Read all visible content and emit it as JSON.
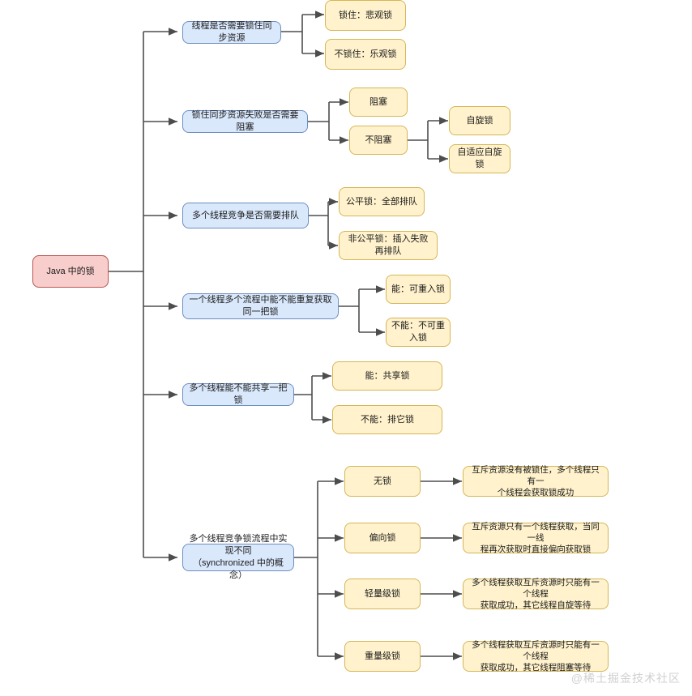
{
  "diagram": {
    "title": "Java 中的锁",
    "watermark": "@稀土掘金技术社区",
    "colors": {
      "root_fill": "#f8cecc",
      "root_stroke": "#b85450",
      "branch_fill": "#dae8fc",
      "branch_stroke": "#6c8ebf",
      "leaf_fill": "#fff2cc",
      "leaf_stroke": "#d6b656",
      "edge": "#4d4d4d",
      "watermark": "#d0d0d0"
    },
    "root": {
      "label": "Java 中的锁"
    },
    "branches": [
      {
        "label": "线程是否需要锁住同步资源",
        "children": [
          {
            "label": "锁住：悲观锁"
          },
          {
            "label": "不锁住：乐观锁"
          }
        ]
      },
      {
        "label": "锁住同步资源失败是否需要阻塞",
        "children": [
          {
            "label": "阻塞"
          },
          {
            "label": "不阻塞",
            "children": [
              {
                "label": "自旋锁"
              },
              {
                "label": "自适应自旋锁"
              }
            ]
          }
        ]
      },
      {
        "label": "多个线程竞争是否需要排队",
        "children": [
          {
            "label": "公平锁：全部排队"
          },
          {
            "label": "非公平锁：插入失败再排队"
          }
        ]
      },
      {
        "label": "一个线程多个流程中能不能重复获取同一把锁",
        "children": [
          {
            "label": "能：可重入锁"
          },
          {
            "label": "不能：不可重入锁"
          }
        ]
      },
      {
        "label": "多个线程能不能共享一把锁",
        "children": [
          {
            "label": "能：共享锁"
          },
          {
            "label": "不能：排它锁"
          }
        ]
      },
      {
        "label": "多个线程竞争锁流程中实现不同\n（synchronized 中的概念）",
        "children": [
          {
            "label": "无锁",
            "description": "互斥资源没有被锁住，多个线程只有一\n个线程会获取锁成功"
          },
          {
            "label": "偏向锁",
            "description": "互斥资源只有一个线程获取，当同一线\n程再次获取时直接偏向获取锁"
          },
          {
            "label": "轻量级锁",
            "description": "多个线程获取互斥资源时只能有一个线程\n获取成功，其它线程自旋等待"
          },
          {
            "label": "重量级锁",
            "description": "多个线程获取互斥资源时只能有一个线程\n获取成功，其它线程阻塞等待"
          }
        ]
      }
    ]
  }
}
